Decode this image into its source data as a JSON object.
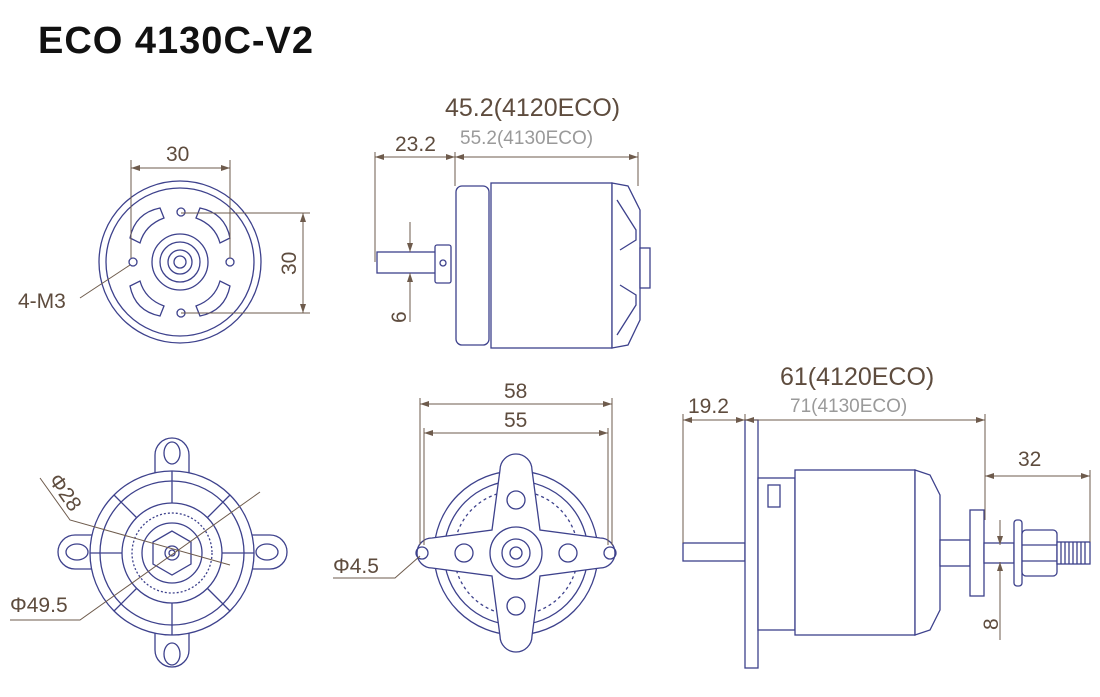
{
  "title": "ECO 4130C-V2",
  "colors": {
    "outline": "#3d418c",
    "dimension": "#6e5b4c",
    "secondary_text": "#9a9a9a"
  },
  "front_view": {
    "hole_spacing_h": "30",
    "hole_spacing_v": "30",
    "holes_label": "4-M3"
  },
  "side_view": {
    "shaft_length": "23.2",
    "length_4120": "45.2(4120ECO)",
    "length_4130": "55.2(4130ECO)",
    "shaft_diameter": "6"
  },
  "rear_view": {
    "inner_diameter": "Φ28",
    "outer_diameter": "Φ49.5"
  },
  "mount_view": {
    "mount_width_outer": "58",
    "mount_width_inner": "55",
    "hole_diameter": "Φ4.5"
  },
  "assembly_view": {
    "front_shaft": "19.2",
    "length_4120": "61(4120ECO)",
    "length_4130": "71(4130ECO)",
    "prop_shaft": "32",
    "prop_shaft_diameter": "8"
  }
}
